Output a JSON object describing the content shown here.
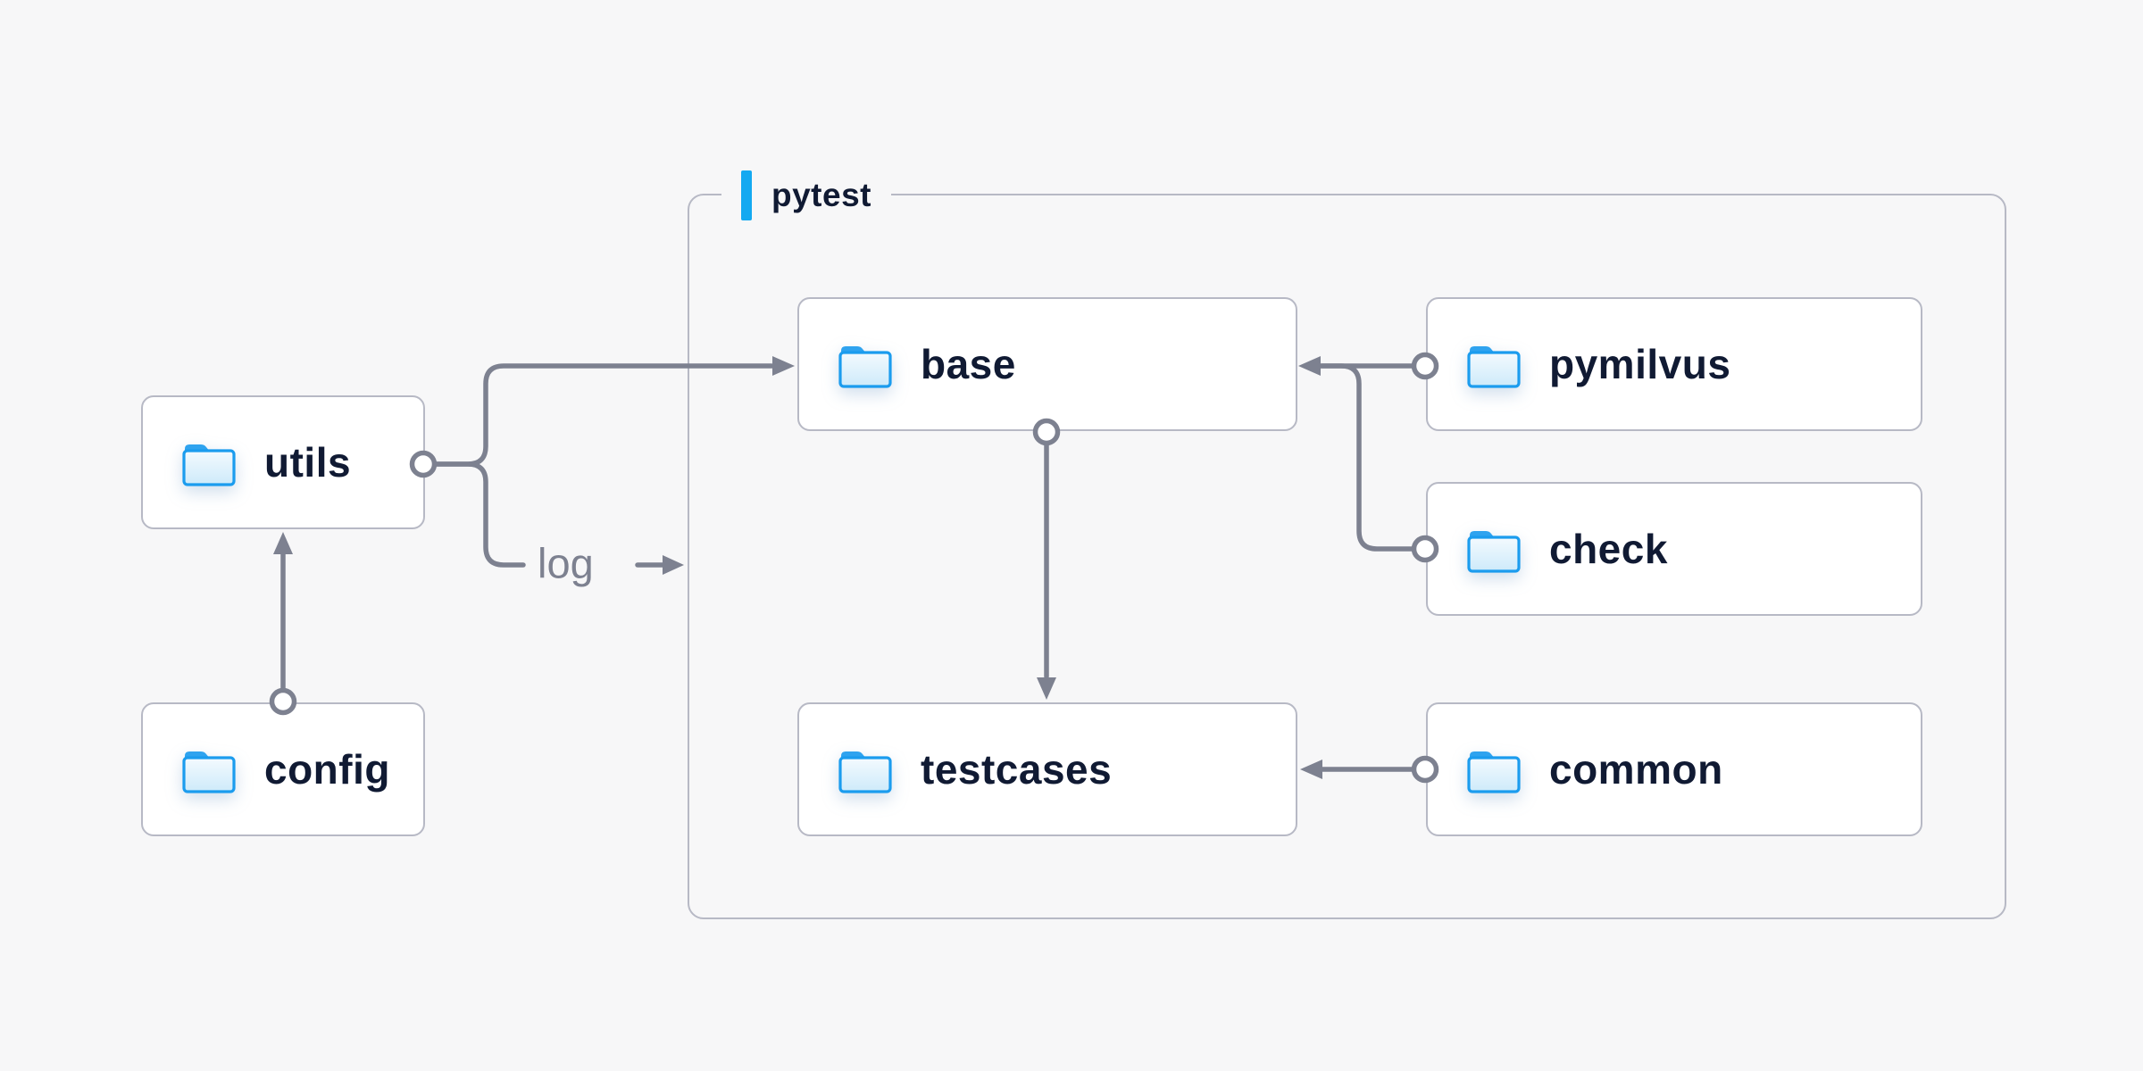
{
  "diagram": {
    "container_label": "pytest",
    "edge_label": "log",
    "nodes": {
      "utils": {
        "label": "utils"
      },
      "config": {
        "label": "config"
      },
      "base": {
        "label": "base"
      },
      "pymilvus": {
        "label": "pymilvus"
      },
      "check": {
        "label": "check"
      },
      "testcases": {
        "label": "testcases"
      },
      "common": {
        "label": "common"
      }
    },
    "edges": [
      {
        "from": "config",
        "to": "utils"
      },
      {
        "from": "utils",
        "to": "base"
      },
      {
        "from": "utils",
        "to": "pytest-container",
        "label": "log"
      },
      {
        "from": "base",
        "to": "testcases"
      },
      {
        "from": "pymilvus",
        "to": "base"
      },
      {
        "from": "check",
        "to": "base"
      },
      {
        "from": "common",
        "to": "testcases"
      }
    ],
    "colors": {
      "background": "#f7f7f8",
      "node_fill": "#ffffff",
      "node_border": "#b7b9c5",
      "connector": "#7d8190",
      "accent_blue": "#14a9f1",
      "text_dark": "#101a33",
      "folder_stroke": "#1b9cee",
      "folder_tab": "#2fa3ef"
    }
  }
}
